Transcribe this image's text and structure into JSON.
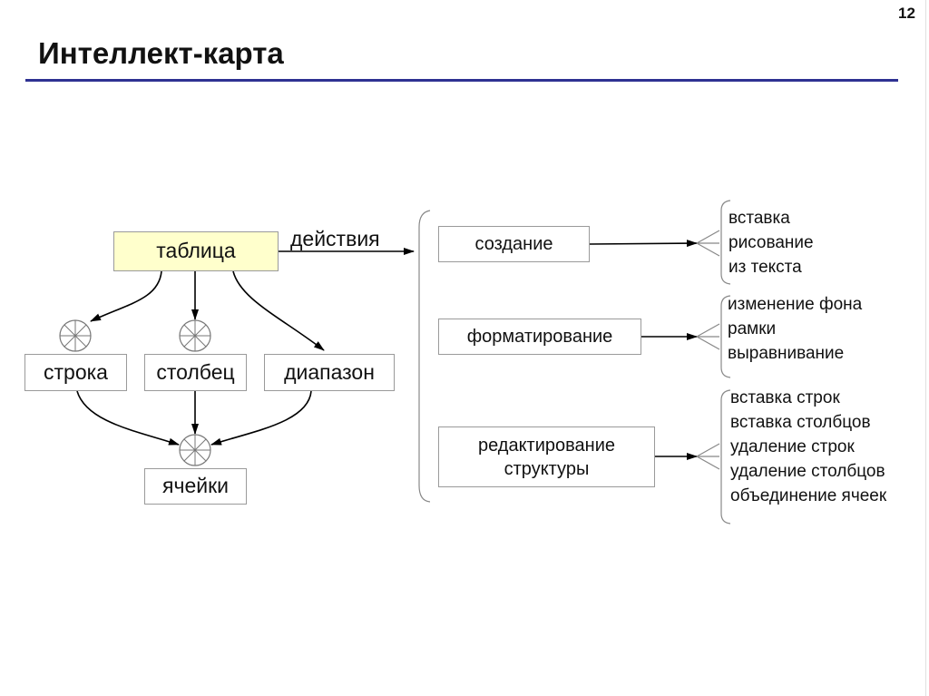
{
  "slide": {
    "title": "Интеллект-карта",
    "page_number": "12",
    "accent_color": "#2e3192"
  },
  "left": {
    "root": "таблица",
    "children": [
      "строка",
      "столбец",
      "диапазон"
    ],
    "result": "ячейки"
  },
  "actions": {
    "label": "действия",
    "items": [
      {
        "label": "создание",
        "details": [
          "вставка",
          "рисование",
          "из текста"
        ]
      },
      {
        "label": "форматирование",
        "details": [
          "изменение фона",
          "рамки",
          "выравнивание"
        ]
      },
      {
        "label": "редактирование структуры",
        "details": [
          "вставка строк",
          "вставка столбцов",
          "удаление строк",
          "удаление столбцов",
          "объединение ячеек"
        ]
      }
    ]
  }
}
